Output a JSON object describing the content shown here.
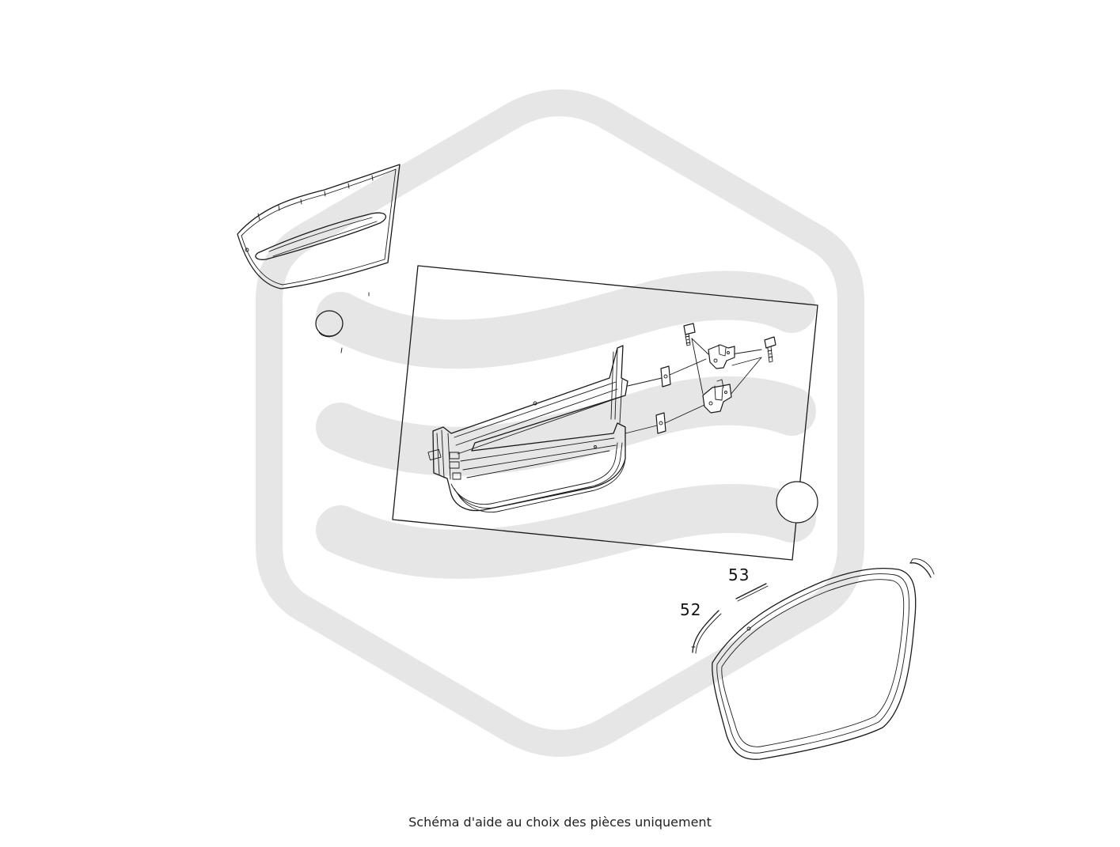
{
  "diagram": {
    "callouts": {
      "part_52": "52",
      "part_53": "53"
    },
    "watermark_color": "#e6e6e6",
    "line_color": "#1a1a1a"
  },
  "caption": "Schéma d'aide au choix des pièces uniquement"
}
